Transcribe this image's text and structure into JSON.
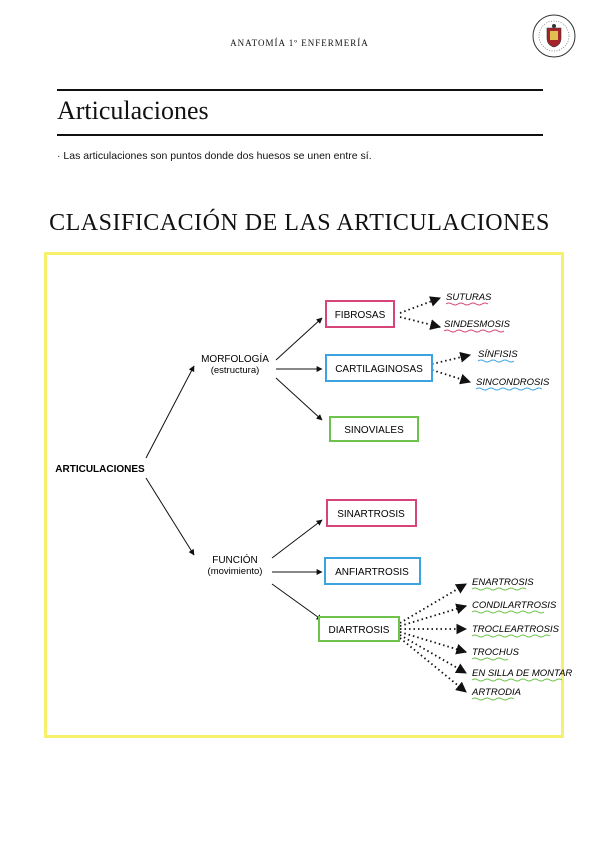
{
  "header": {
    "course": "ANATOMÍA 1º ENFERMERÍA"
  },
  "page": {
    "title": "Articulaciones",
    "intro": "· Las articulaciones son puntos donde dos huesos se unen entre sí."
  },
  "section": {
    "title": "CLASIFICACIÓN DE LAS ARTICULACIONES"
  },
  "diagram": {
    "root": "ARTICULACIONES",
    "morfologia": {
      "label": "MORFOLOGÍA",
      "sub": "(estructura)"
    },
    "funcion": {
      "label": "FUNCIÓN",
      "sub": "(movimiento)"
    },
    "fibrosas": "FIBROSAS",
    "cartilaginosas": "CARTILAGINOSAS",
    "sinoviales": "SINOVIALES",
    "sinartrosis": "SINARTROSIS",
    "anfiartrosis": "ANFIARTROSIS",
    "diartrosis": "DIARTROSIS",
    "suturas": "SUTURAS",
    "sindesmosis": "SINDESMOSIS",
    "sinfisis": "SÍNFISIS",
    "sincondrosis": "SINCONDROSIS",
    "enartrosis": "ENARTROSIS",
    "condilartrosis": "CONDILARTROSIS",
    "troclear": "TROCLEARTROSIS",
    "trochus": "TROCHUS",
    "silla": "EN SILLA DE MONTAR",
    "artrodia": "ARTRODIA"
  },
  "colors": {
    "pink": "#d6447a",
    "blue": "#3aa3e0",
    "green": "#6cc24a",
    "yellow": "#f7f06a"
  },
  "icons": {
    "seal": "university-seal-icon"
  }
}
